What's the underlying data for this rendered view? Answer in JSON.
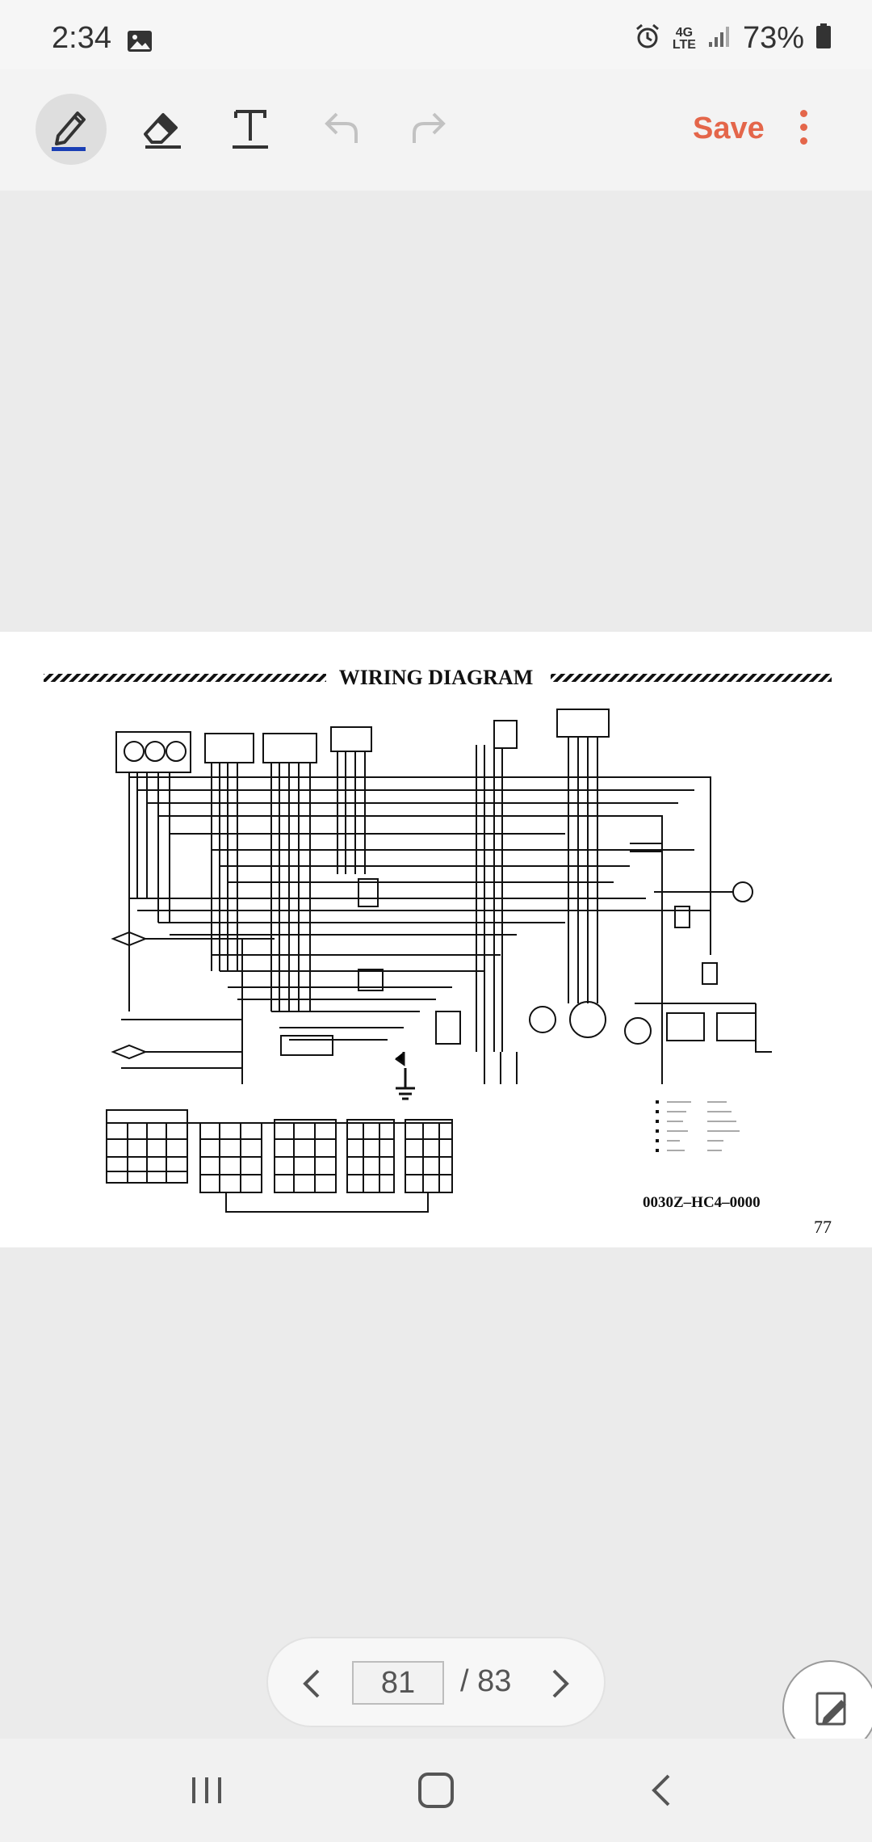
{
  "status": {
    "time": "2:34",
    "network": "4G LTE",
    "network_top": "4G",
    "network_bottom": "LTE",
    "battery": "73%"
  },
  "toolbar": {
    "tools": [
      "pen-icon",
      "eraser-icon",
      "text-icon",
      "undo-icon",
      "redo-icon"
    ],
    "save_label": "Save",
    "accent": "#e4664a",
    "pen_underline": "#1a3fb5"
  },
  "document": {
    "title": "WIRING DIAGRAM",
    "part_code": "0030Z–HC4–0000",
    "printed_page": "77"
  },
  "pager": {
    "current": "81",
    "total": "/ 83"
  }
}
